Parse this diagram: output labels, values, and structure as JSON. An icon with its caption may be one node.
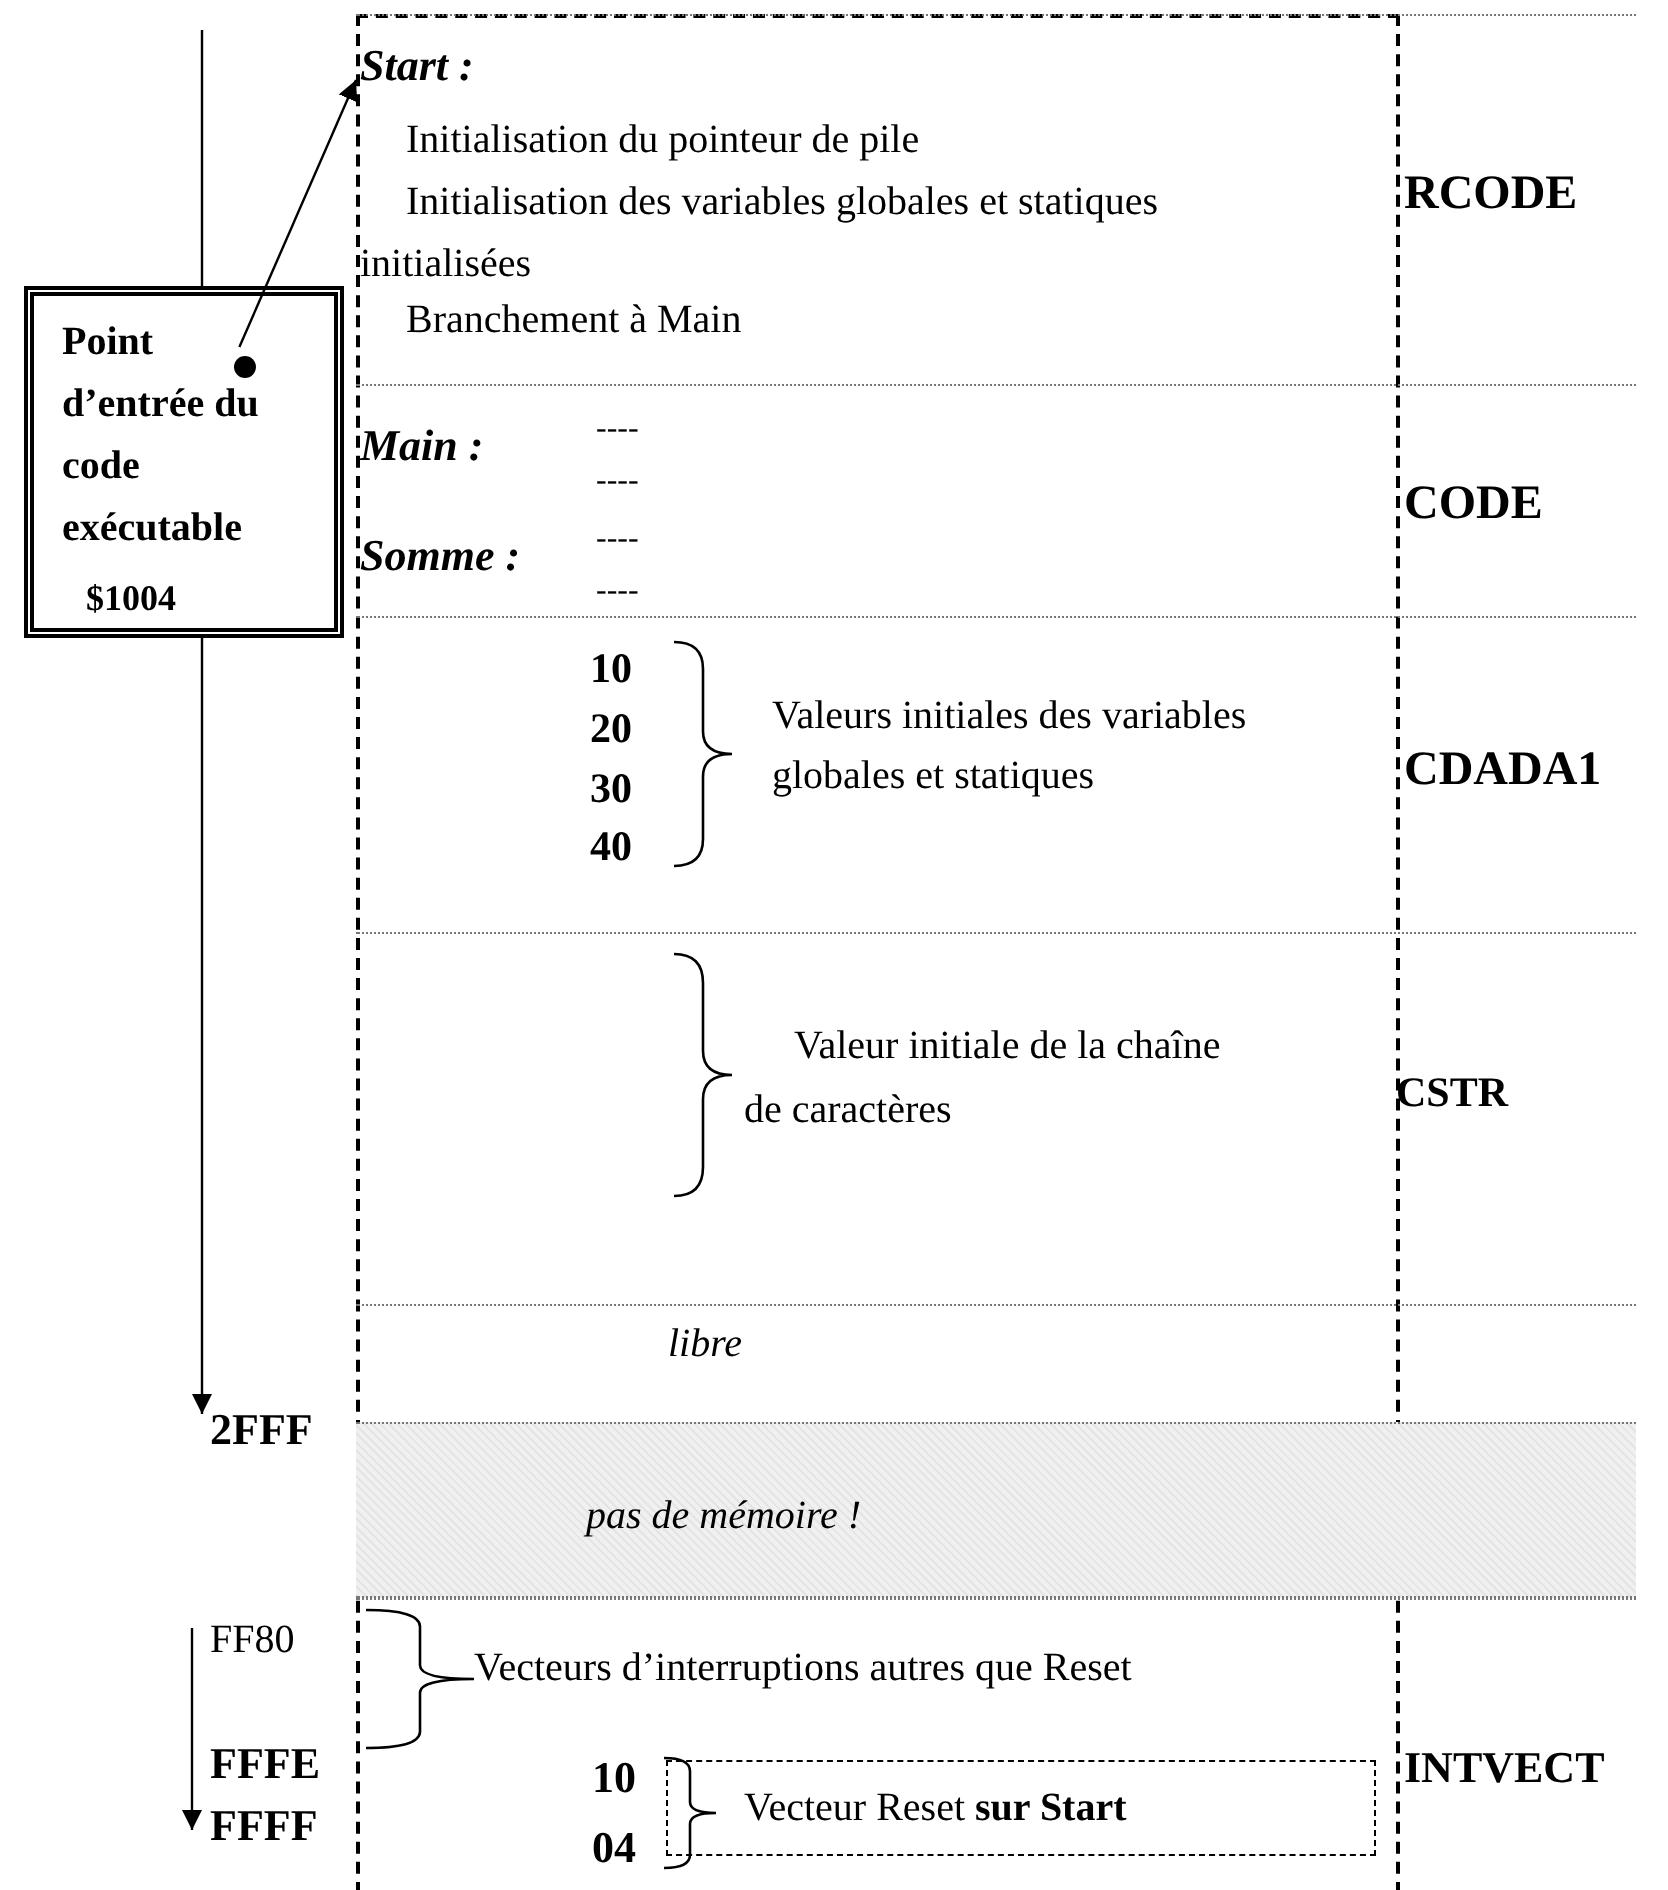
{
  "diagram": {
    "nodes": [
      {
        "text": [
          "Point d’entrée du code exécutable",
          "$1004"
        ]
      },
      {
        "text": [],
        "shape": "circle",
        "in": 0
      },
      {
        "text": [
          "Start :",
          "Initialisation du pointeur de pile",
          "Initialisation des variables globales et statiques initialisées",
          "Branchement à Main",
          "RCODE"
        ]
      },
      {
        "text": [
          "Main :",
          "----",
          "----",
          "Somme :",
          "----",
          "----",
          "CODE"
        ]
      },
      {
        "text": [
          "10",
          "20",
          "30",
          "40",
          "Valeurs initiales des variables globales et statiques",
          "CDADA1"
        ]
      },
      {
        "text": [
          "Valeur initiale de la chaîne de caractères",
          "CSTR"
        ]
      },
      {
        "text": [
          "libre"
        ]
      },
      {
        "text": [
          "pas de mémoire !"
        ]
      },
      {
        "text": [
          "Vecteurs d’interruptions autres que Reset",
          "10",
          "04",
          "INTVECT"
        ]
      },
      {
        "text": [
          "Vecteur Reset **sur Start**"
        ],
        "in": 8
      }
    ],
    "edges": [
      {
        "from": 1,
        "to": 2,
        "arrow": "to"
      }
    ],
    "labels": [
      "2FFF",
      "FF80",
      "FFFE",
      "FFFF"
    ]
  }
}
